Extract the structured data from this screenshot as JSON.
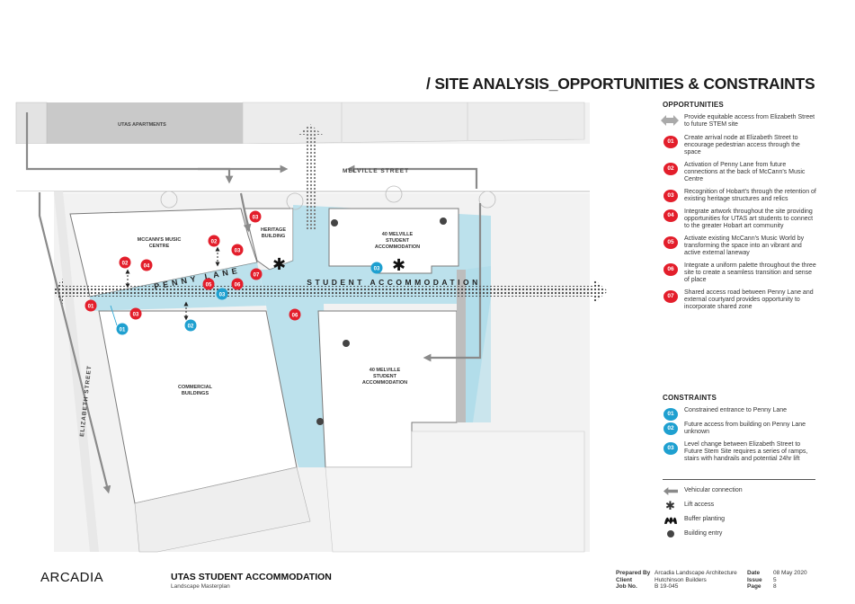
{
  "title": "/ SITE ANALYSIS_OPPORTUNITIES & CONSTRAINTS",
  "map_labels": {
    "utas_apartments": "UTAS APARTMENTS",
    "melville_street": "MELVILLE STREET",
    "elizabeth_street": "ELIZABETH STREET",
    "mccanns_line1": "MCCANN'S MUSIC",
    "mccanns_line2": "CENTRE",
    "heritage_line1": "HERITAGE",
    "heritage_line2": "BUILDING",
    "north_acc_line1": "40 MELVILLE",
    "north_acc_line2": "STUDENT",
    "north_acc_line3": "ACCOMMODATION",
    "south_acc_line1": "40 MELVILLE",
    "south_acc_line2": "STUDENT",
    "south_acc_line3": "ACCOMMODATION",
    "commercial_line1": "COMMERCIAL",
    "commercial_line2": "BUILDINGS",
    "penny_lane": "PENNY LANE",
    "student_accommodation": "STUDENT ACCOMMODATION"
  },
  "markers": {
    "o01": "01",
    "o02a": "02",
    "o02b": "02",
    "o03a": "03",
    "o03b": "03",
    "o03c": "03",
    "o04": "04",
    "o05": "05",
    "o06a": "06",
    "o06b": "06",
    "o07": "07",
    "c01": "01",
    "c02": "02",
    "c03a": "03",
    "c03b": "03"
  },
  "opportunities": {
    "heading": "OPPORTUNITIES",
    "items": [
      {
        "badge": "",
        "text": "Provide equitable access from Elizabeth Street to future STEM site"
      },
      {
        "badge": "01",
        "text": "Create arrival node at Elizabeth Street to encourage pedestrian access through the space"
      },
      {
        "badge": "02",
        "text": "Activation of Penny Lane from future connections at the back of McCann's Music Centre"
      },
      {
        "badge": "03",
        "text": "Recognition of Hobart's through the retention of existing heritage structures and relics"
      },
      {
        "badge": "04",
        "text": "Integrate artwork throughout the site providing opportunities for UTAS art students to connect to the greater Hobart art community"
      },
      {
        "badge": "05",
        "text": "Activate existing McCann's Music World by transforming the space into an vibrant and active external laneway"
      },
      {
        "badge": "06",
        "text": "Integrate a uniform palette throughout the three site to create a seamless transition and sense of place"
      },
      {
        "badge": "07",
        "text": "Shared access road between Penny Lane and external courtyard provides opportunity to incorporate shared zone"
      }
    ]
  },
  "constraints": {
    "heading": "CONSTRAINTS",
    "items": [
      {
        "badge": "01",
        "text": "Constrained entrance to Penny Lane"
      },
      {
        "badge": "02",
        "text": "Future access from building on Penny Lane unknown"
      },
      {
        "badge": "03",
        "text": "Level change between Elizabeth Street to Future Stem Site requires a series of ramps, stairs with handrails and potential 24hr lift"
      }
    ]
  },
  "key": [
    {
      "icon": "arrow-icon",
      "text": "Vehicular connection"
    },
    {
      "icon": "lift-icon",
      "text": "Lift access"
    },
    {
      "icon": "planting-icon",
      "text": "Buffer planting"
    },
    {
      "icon": "dot-icon",
      "text": "Building entry"
    }
  ],
  "footer": {
    "brand": "ARCADIA",
    "project_title": "UTAS STUDENT ACCOMMODATION",
    "project_sub": "Landscape Masterplan",
    "labels": [
      "Prepared By",
      "Client",
      "Job No."
    ],
    "values": [
      "Arcadia Landscape Architecture",
      "Hutchinson Builders",
      "B 19-045"
    ],
    "meta_labels": [
      "Date",
      "Issue",
      "Page"
    ],
    "meta_values": [
      "08 May 2020",
      "5",
      "8"
    ]
  },
  "colors": {
    "opportunity": "#e31e2b",
    "constraint": "#1fa0d0",
    "site_highlight": "#a9dbe9",
    "road_grey": "#9a9a9a",
    "building_grey": "#d9d9d9"
  }
}
